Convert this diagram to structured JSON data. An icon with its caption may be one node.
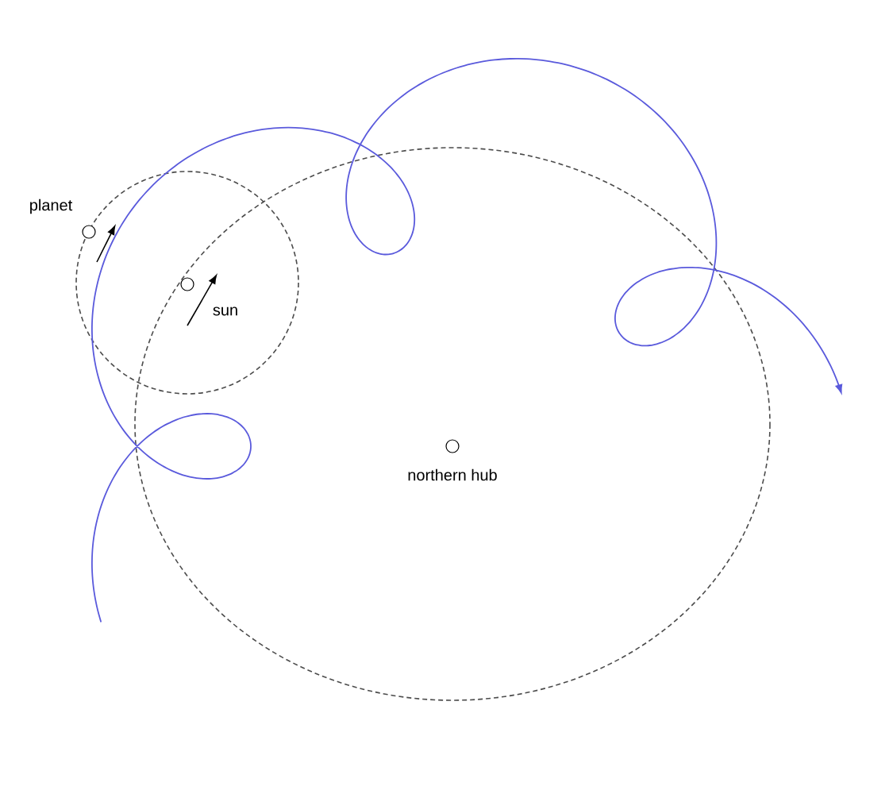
{
  "diagram": {
    "nodes": [
      {
        "text": [
          "planet"
        ]
      },
      {
        "text": [
          "sun"
        ]
      },
      {
        "text": [
          "northern hub"
        ]
      }
    ],
    "edges": []
  }
}
